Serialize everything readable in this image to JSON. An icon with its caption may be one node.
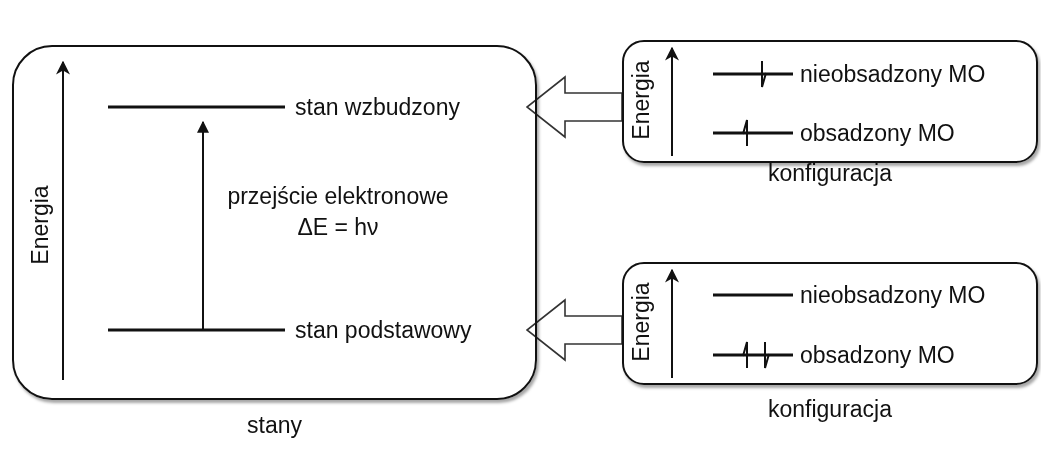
{
  "diagram": {
    "nodes": [
      {
        "text": [
          "stany"
        ]
      },
      {
        "text": [
          "stan wzbudzony"
        ],
        "in": 0
      },
      {
        "text": [
          "stan podstawowy"
        ],
        "in": 0
      },
      {
        "text": [
          "konfiguracja"
        ]
      },
      {
        "text": [
          "nieobsadzony MO"
        ],
        "in": 3
      },
      {
        "text": [
          "obsadzony MO"
        ],
        "in": 3
      },
      {
        "text": [
          "konfiguracja"
        ]
      },
      {
        "text": [
          "nieobsadzony MO"
        ],
        "in": 6
      },
      {
        "text": [
          "obsadzony MO"
        ],
        "in": 6
      }
    ],
    "edges": [
      {
        "from": 2,
        "to": 1,
        "arrow": "to",
        "label": "przejście elektronowe ΔE = hν"
      },
      {
        "from": 3,
        "to": 1,
        "arrow": "to",
        "style": "thick"
      },
      {
        "from": 6,
        "to": 2,
        "arrow": "to",
        "style": "thick"
      }
    ],
    "labels": [
      "Energia",
      "Energia",
      "Energia"
    ]
  }
}
